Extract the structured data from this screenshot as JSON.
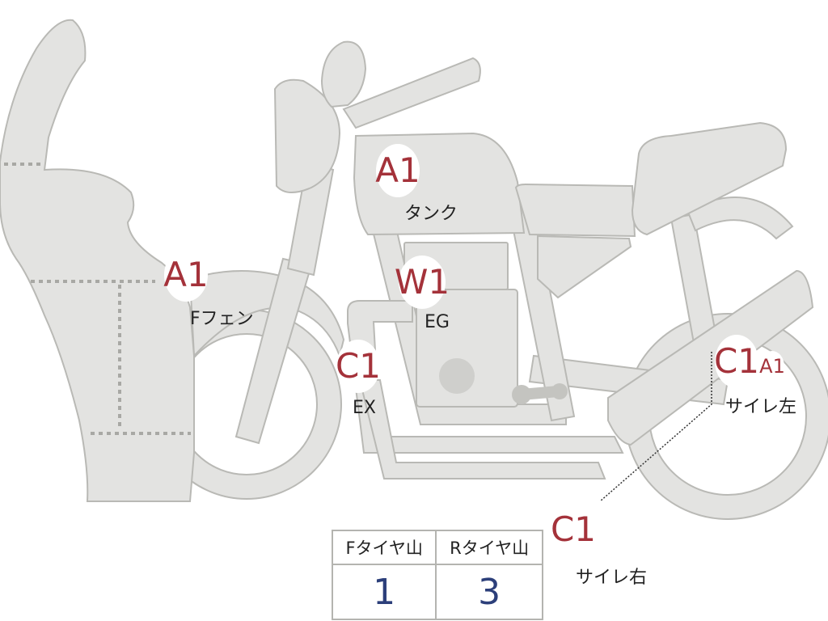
{
  "labels": {
    "tank": {
      "code": "A1",
      "text": "タンク"
    },
    "front_fender": {
      "code": "A1",
      "text": "Fフェン"
    },
    "engine": {
      "code": "W1",
      "text": "EG"
    },
    "exhaust": {
      "code": "C1",
      "text": "EX"
    },
    "muffler_left": {
      "code": "C1",
      "code2": "A1",
      "text": "サイレ左"
    },
    "muffler_right": {
      "code": "C1",
      "text": "サイレ右"
    }
  },
  "tire_table": {
    "headers": [
      "Fタイヤ山",
      "Rタイヤ山"
    ],
    "values": [
      "1",
      "3"
    ]
  },
  "colors": {
    "part_fill": "#e3e3e1",
    "badge_text": "#a4323a",
    "table_value": "#2c3f7a"
  }
}
